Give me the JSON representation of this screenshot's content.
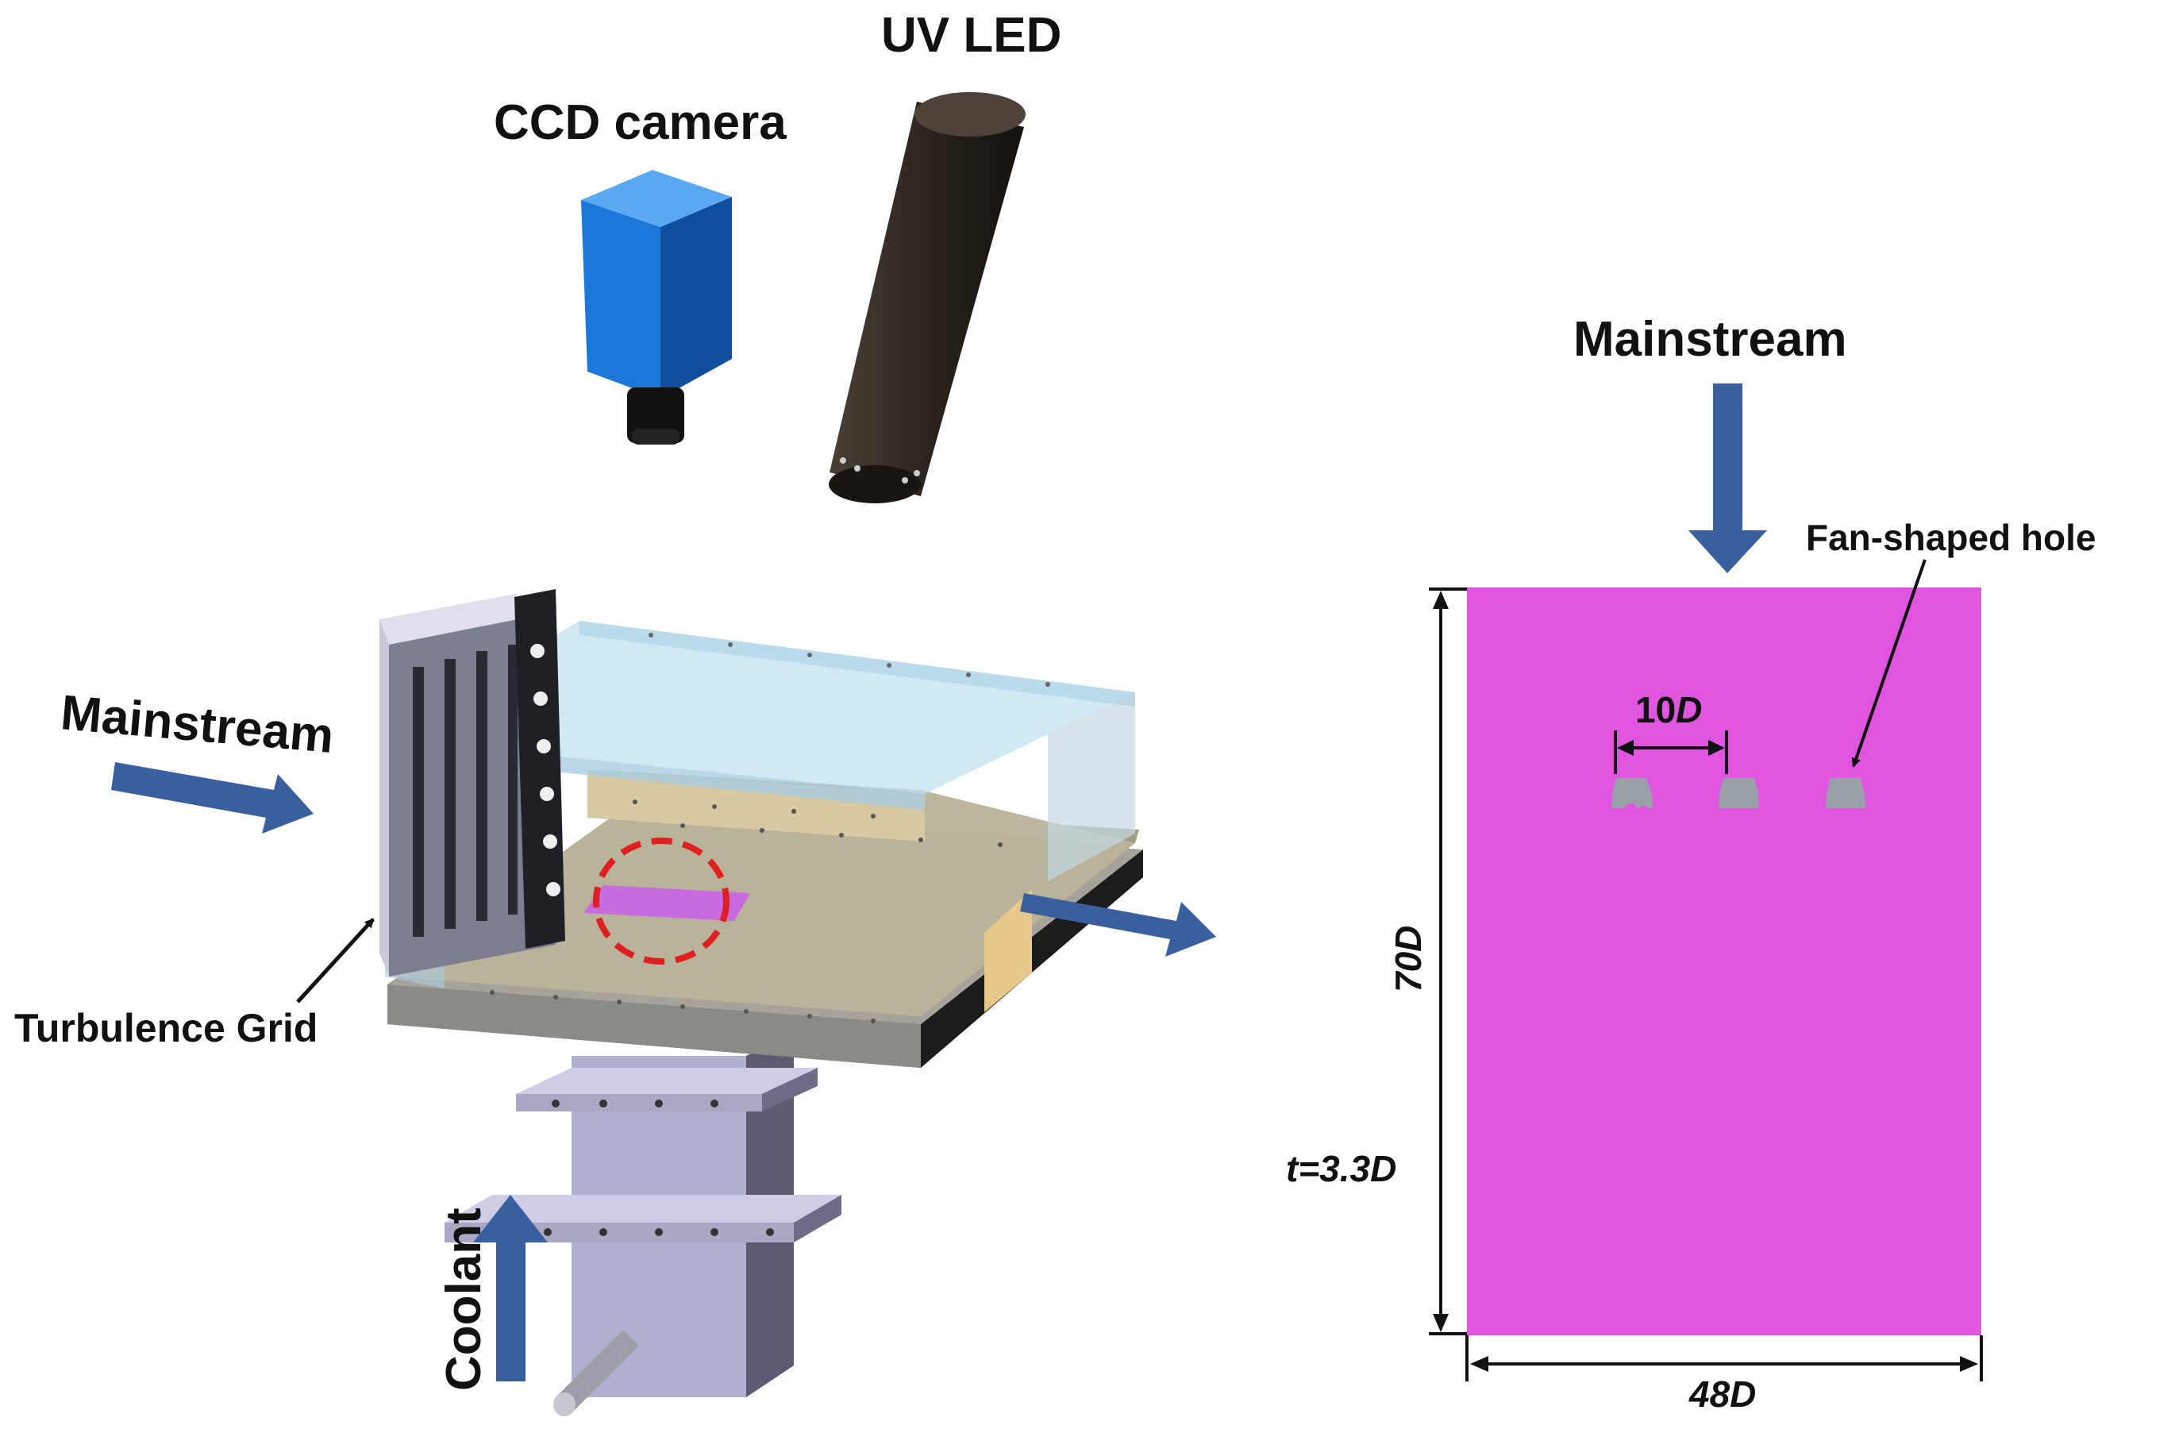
{
  "labels": {
    "ccd_camera": "CCD camera",
    "uv_led": "UV LED",
    "mainstream_left": "Mainstream",
    "turbulence_grid": "Turbulence Grid",
    "coolant": "Coolant",
    "mainstream_right": "Mainstream",
    "fan_shaped_hole": "Fan-shaped hole",
    "spacing_num": "10",
    "spacing_unit": "D",
    "length_num": "70",
    "length_unit": "D",
    "thickness": "t=3.3D",
    "width": "48D"
  },
  "colors": {
    "arrow_blue": "#3a5f9f",
    "plate_magenta": "#e055e0",
    "camera_blue": "#1a78d8",
    "led_dark": "#2b241e",
    "window_blue": "#bfe0f0",
    "test_plate_tan": "#b9b39a",
    "base_grey": "#8a8a86",
    "plenum_lavender": "#b2b0cf",
    "highlight_red": "#e02020"
  }
}
